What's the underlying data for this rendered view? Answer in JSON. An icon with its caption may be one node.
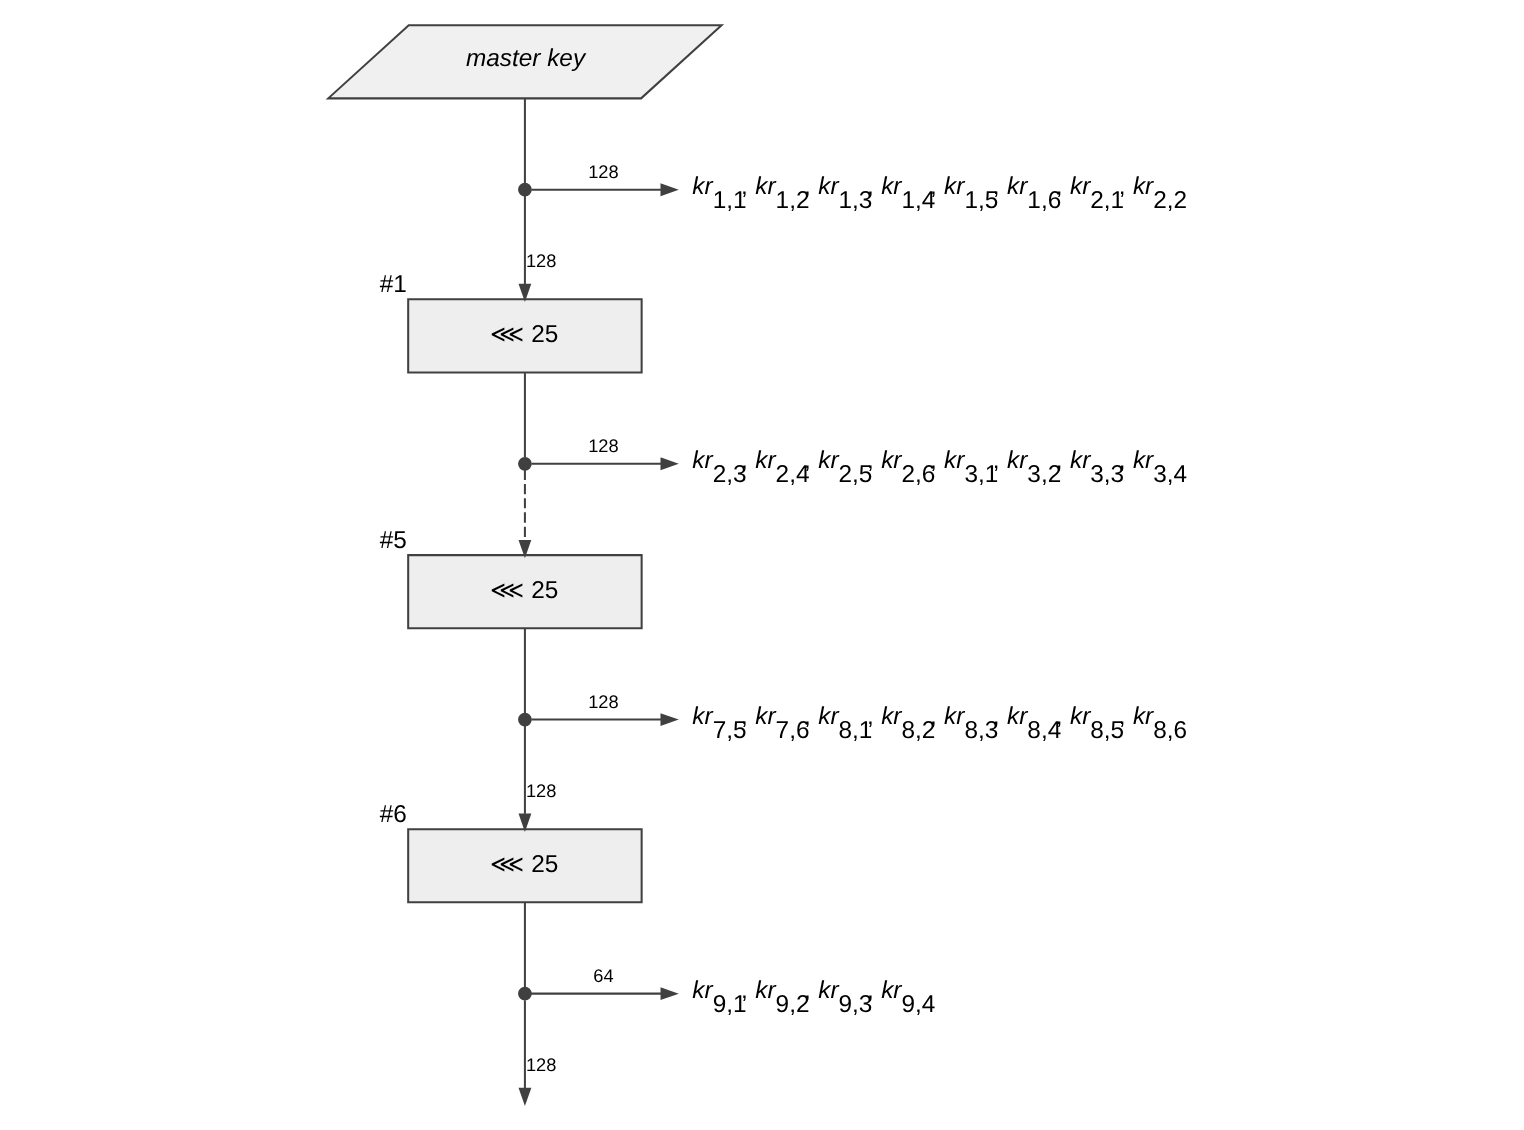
{
  "diagram": {
    "nodes": [
      {
        "text": [
          "master key"
        ]
      },
      {
        "text": [],
        "shape": "circle"
      },
      {
        "text": [
          "*kr*$_{1,1}$, *kr*$_{1,2}$, *kr*$_{1,3}$, *kr*$_{1,4}$, *kr*$_{1,5}$, *kr*$_{1,6}$, *kr*$_{2,1}$, *kr*$_{2,2}$"
        ]
      },
      {
        "text": [
          "⋘ 25"
        ],
        "beside": [
          "#1"
        ]
      },
      {
        "text": [],
        "shape": "circle"
      },
      {
        "text": [
          "*kr*$_{2,3}$, *kr*$_{2,4}$, *kr*$_{2,5}$, *kr*$_{2,6}$, *kr*$_{3,1}$, *kr*$_{3,2}$, *kr*$_{3,3}$, *kr*$_{3,4}$"
        ]
      },
      {
        "text": [
          "⋘ 25"
        ],
        "beside": [
          "#5"
        ]
      },
      {
        "text": [],
        "shape": "circle"
      },
      {
        "text": [
          "*kr*$_{7,5}$, *kr*$_{7,6}$, *kr*$_{8,1}$, *kr*$_{8,2}$, *kr*$_{8,3}$, *kr*$_{8,4}$, *kr*$_{8,5}$, *kr*$_{8,6}$"
        ]
      },
      {
        "text": [
          "⋘ 25"
        ],
        "beside": [
          "#6"
        ]
      },
      {
        "text": [],
        "shape": "circle"
      },
      {
        "text": [
          "*kr*$_{9,1}$, *kr*$_{9,2}$, *kr*$_{9,3}$, *kr*$_{9,4}$"
        ]
      }
    ],
    "edges": [
      {
        "from": 0,
        "to": 1,
        "arrow": "none"
      },
      {
        "from": 1,
        "to": 2,
        "arrow": "to",
        "label": "128"
      },
      {
        "from": 1,
        "to": 3,
        "arrow": "to",
        "label": "128"
      },
      {
        "from": 3,
        "to": 4,
        "arrow": "none"
      },
      {
        "from": 4,
        "to": 5,
        "arrow": "to",
        "label": "128"
      },
      {
        "from": 4,
        "to": 6,
        "arrow": "to",
        "style": "dashed"
      },
      {
        "from": 6,
        "to": 7,
        "arrow": "none"
      },
      {
        "from": 7,
        "to": 8,
        "arrow": "to",
        "label": "128"
      },
      {
        "from": 7,
        "to": 9,
        "arrow": "to",
        "label": "128"
      },
      {
        "from": 9,
        "to": 10,
        "arrow": "none"
      },
      {
        "from": 10,
        "to": 11,
        "arrow": "to",
        "label": "64"
      },
      {
        "from": 10,
        "to": null,
        "arrow": "to",
        "label": "128"
      }
    ]
  }
}
